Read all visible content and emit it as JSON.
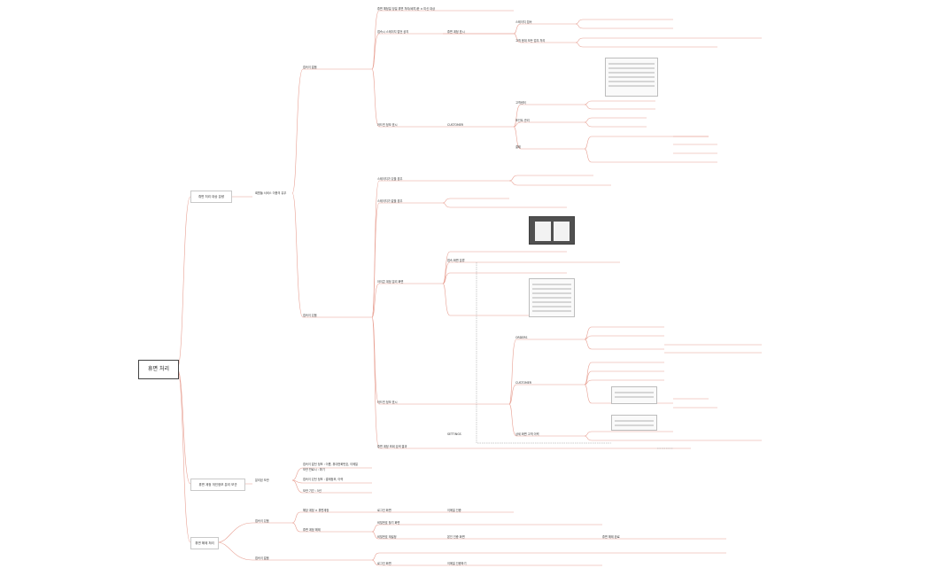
{
  "root": {
    "label": "휴면 처리"
  },
  "branches": {
    "b1": {
      "label": "휴면 처리 대상 분량"
    },
    "b2": {
      "label": "휴면 계정 개인정보 분리 보관"
    },
    "b3": {
      "label": "휴면 해제 처리"
    }
  },
  "b1": {
    "sub": "회원들 서비스 이용의 유무",
    "a": "접속이 없음",
    "b": "접속이 있음",
    "a_items": [
      "휴면 예정일 당일 휴면 처리(배치)한 × 미신 대상",
      "접속시 스테이지 업던 공지",
      "휴면 계정 표시",
      "스테이지 접속",
      "고객 응대 모든 업무 처리",
      "CUSTOMER",
      "어드민 정보 표시",
      "고객센터",
      "포인트 관리",
      "결제"
    ],
    "b_items": [
      "스테이지가 있을 경우",
      "스테이지가 없을 경우",
      "아이콘 계정 분리 화면",
      "접속 화면 분류",
      "어드민 정보 표시",
      "휴면 계정 조회 검색 결과",
      "ORDERS",
      "CUSTOMER",
      "SETTINGS",
      "상세 화면 고객 이력"
    ]
  },
  "b2": {
    "sub": "분리된 보관",
    "items": [
      "접속이 없던 정보 : 이름, 휴대전화번호, 이메일",
      "접속이 있던 정보 : 결제정보, 이력",
      "보관 기간 : 5년",
      "보관 만료시 : 파기"
    ]
  },
  "b3": {
    "a": "접속이 있음",
    "b": "접속이 없음",
    "items": [
      "해당 계정 × 휴면계정",
      "로그인 화면",
      "이메일 인증",
      "휴면 계정 해제",
      "비밀번호 재설정",
      "비밀번호 찾기 화면",
      "본인 인증 화면",
      "휴면 해제 완료",
      "로그인 화면",
      "이메일 인증하기"
    ]
  }
}
